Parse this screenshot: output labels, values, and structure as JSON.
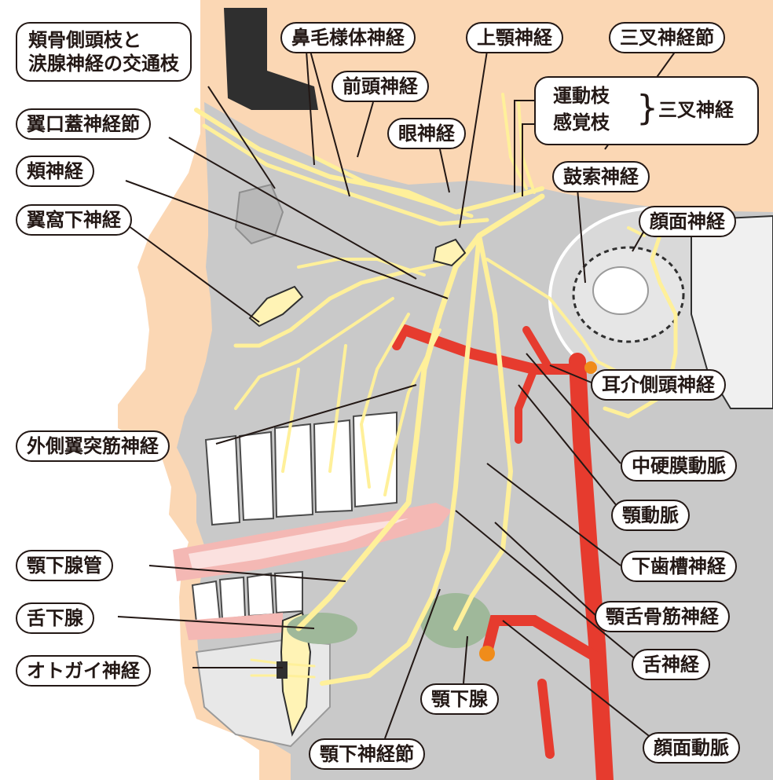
{
  "labels": {
    "zygomatic_lacrimal": [
      "頬骨側頭枝と",
      "涙腺神経の交通枝"
    ],
    "nasociliary": "鼻毛様体神経",
    "maxillary": "上顎神経",
    "trigeminal_ganglion": "三叉神経節",
    "frontal": "前頭神経",
    "motor_root": "運動枝",
    "sensory_root": "感覚枝",
    "trigeminal_nerve": "三叉神経",
    "pterygopalatine_ganglion": "翼口蓋神経節",
    "ophthalmic": "眼神経",
    "buccal": "頬神経",
    "chorda_tympani": "鼓索神経",
    "infraorbital": "翼窩下神経",
    "facial_nerve": "顔面神経",
    "auriculotemporal": "耳介側頭神経",
    "lateral_pterygoid": "外側翼突筋神経",
    "middle_meningeal": "中硬膜動脈",
    "maxillary_artery": "顎動脈",
    "inferior_alveolar": "下歯槽神経",
    "submandibular_duct": "顎下腺管",
    "mylohyoid": "顎舌骨筋神経",
    "sublingual_gland": "舌下腺",
    "lingual": "舌神経",
    "mental": "オトガイ神経",
    "submandibular_gland": "顎下腺",
    "facial_artery": "顔面動脈",
    "submandibular_ganglion": "顎下神経節"
  },
  "brace": "}",
  "colors": {
    "skin": "#fbd7b4",
    "tissue_gray": "#c9c9c9",
    "nerve_yellow": "#fff09a",
    "artery_red": "#e63b2e",
    "gland_green": "#9fb89a",
    "tooth_white": "#ffffff",
    "gum_pink": "#f4b8b4",
    "bone_dark": "#2f2f2f",
    "line": "#231815"
  }
}
